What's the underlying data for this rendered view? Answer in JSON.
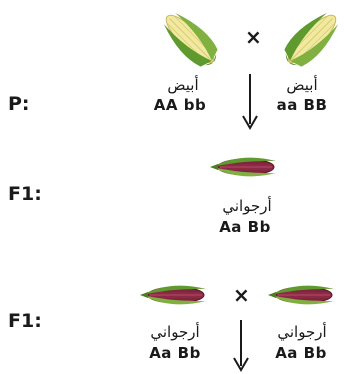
{
  "rows": [
    {
      "generation_label": "P:",
      "cross_symbol": "×",
      "left": {
        "color": "أبيض",
        "genotype": "AA  bb",
        "kernel": "white"
      },
      "right": {
        "color": "أبيض",
        "genotype": "aa  BB",
        "kernel": "white"
      }
    },
    {
      "generation_label": "F1:",
      "offspring": {
        "color": "أرجواني",
        "genotype": "Aa  Bb",
        "kernel": "purple"
      }
    },
    {
      "generation_label": "F1:",
      "cross_symbol": "×",
      "left": {
        "color": "أرجواني",
        "genotype": "Aa  Bb",
        "kernel": "purple"
      },
      "right": {
        "color": "أرجواني",
        "genotype": "Aa  Bb",
        "kernel": "purple"
      }
    }
  ],
  "colors": {
    "white_kernel": "#f2e9a0",
    "purple_kernel": "#8b2a45",
    "husk": "#5e9a2e",
    "husk_light": "#a7c85a"
  }
}
